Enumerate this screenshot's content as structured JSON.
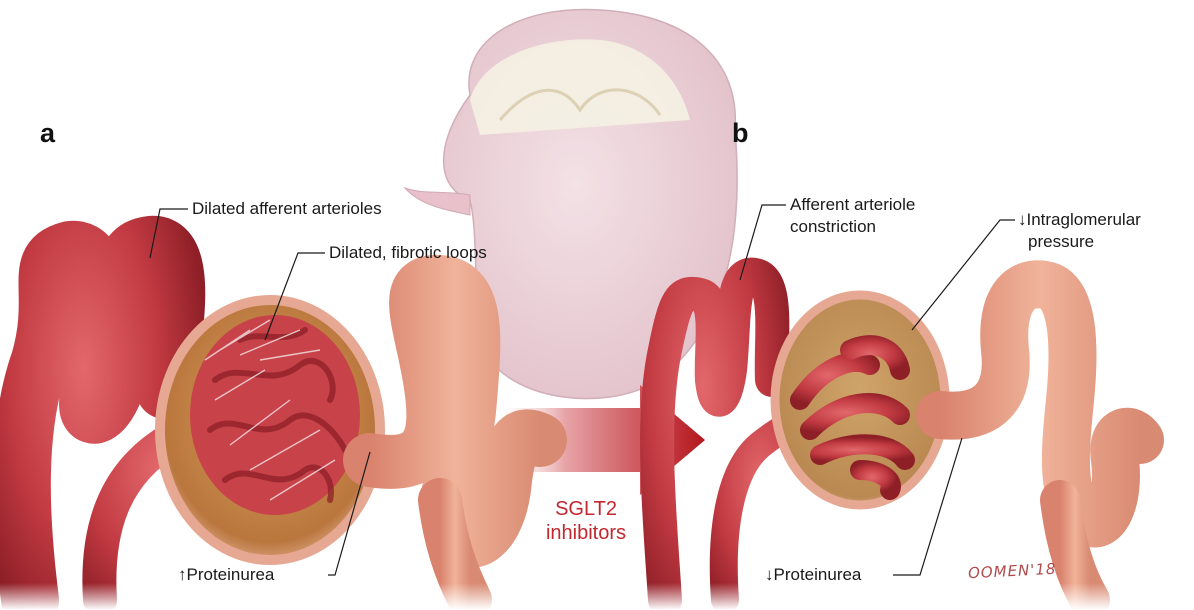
{
  "panels": {
    "a": "a",
    "b": "b"
  },
  "labels_a": {
    "afferent": "Dilated afferent arterioles",
    "loops": "Dilated, fibrotic loops",
    "proteinuria": "↑Proteinurea"
  },
  "labels_b": {
    "afferent_line1": "Afferent arteriole",
    "afferent_line2": "constriction",
    "pressure_line1": "↓Intraglomerular",
    "pressure_line2": "pressure",
    "proteinuria": "↓Proteinurea"
  },
  "arrow": {
    "line1": "SGLT2",
    "line2": "inhibitors"
  },
  "signature": "OOMEN'18",
  "colors": {
    "artery": "#c8424a",
    "artery_dark": "#8e1f27",
    "tubule": "#e8a08a",
    "capsule": "#d99a70",
    "kidney": "#e8c9d0",
    "arrow": "#b5141c",
    "label_red": "#c4262e"
  }
}
